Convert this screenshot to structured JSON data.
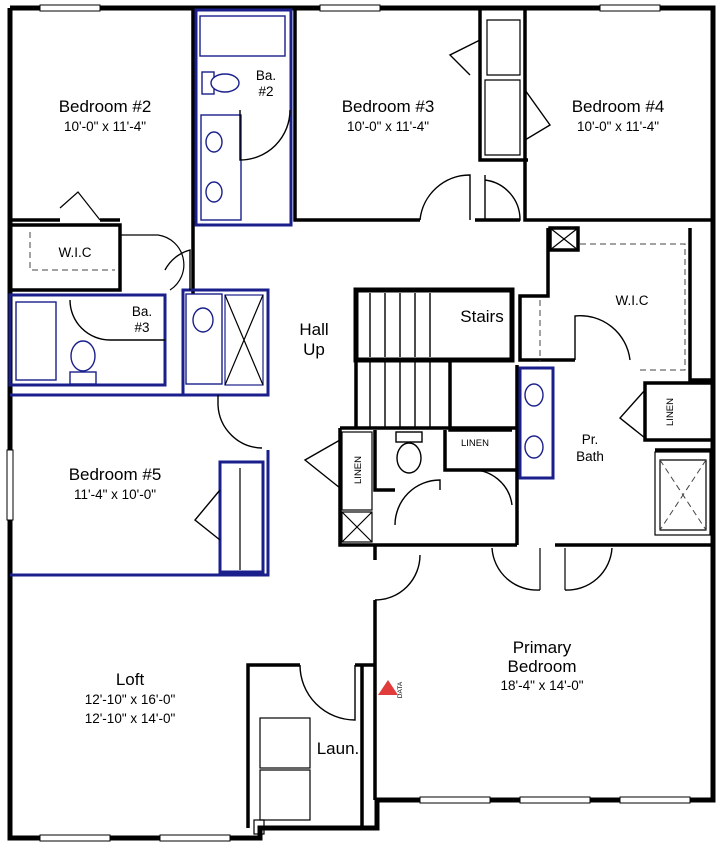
{
  "rooms": {
    "bedroom2": {
      "name": "Bedroom #2",
      "dim": "10'-0\" x 11'-4\""
    },
    "bedroom3": {
      "name": "Bedroom #3",
      "dim": "10'-0\" x 11'-4\""
    },
    "bedroom4": {
      "name": "Bedroom #4",
      "dim": "10'-0\" x 11'-4\""
    },
    "bedroom5": {
      "name": "Bedroom #5",
      "dim": "11'-4\" x 10'-0\""
    },
    "bath2": {
      "line1": "Ba.",
      "line2": "#2"
    },
    "bath3": {
      "line1": "Ba.",
      "line2": "#3"
    },
    "wic_left": {
      "name": "W.I.C"
    },
    "wic_right": {
      "name": "W.I.C"
    },
    "hall": {
      "line1": "Hall",
      "line2": "Up"
    },
    "stairs": {
      "name": "Stairs"
    },
    "linen_center": {
      "name": "LINEN"
    },
    "linen_left": {
      "name": "LINEN"
    },
    "linen_right": {
      "name": "LINEN"
    },
    "pr_bath": {
      "line1": "Pr.",
      "line2": "Bath"
    },
    "primary": {
      "line1": "Primary",
      "line2": "Bedroom",
      "dim": "18'-4\" x 14'-0\""
    },
    "loft": {
      "name": "Loft",
      "dim1": "12'-10\" x 16'-0\"",
      "dim2": "12'-10\" x 14'-0\""
    },
    "laundry": {
      "name": "Laun."
    }
  },
  "marker": {
    "label": "DATA",
    "color": "#e23b3b"
  },
  "colors": {
    "wall": "#000000",
    "option_wall": "#1a1f8c"
  }
}
